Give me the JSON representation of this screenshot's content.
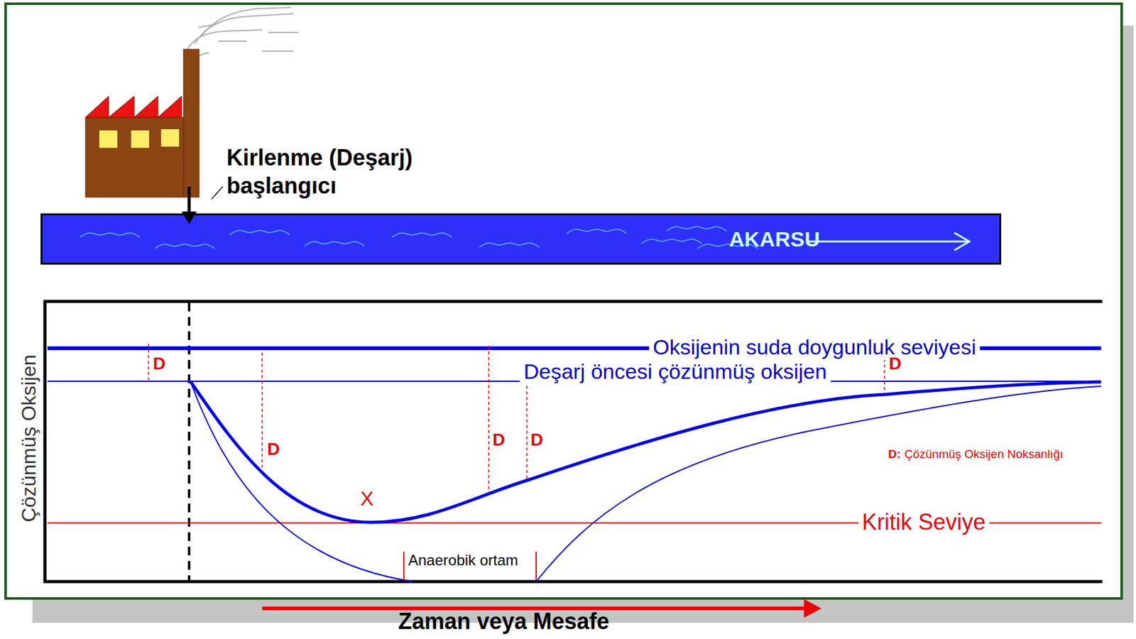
{
  "diagram": {
    "nodes": [
      {
        "text": [
          "AKARSU"
        ]
      }
    ],
    "labels": [
      "Kirlenme (Deşarj) başlangıcı",
      "Oksijenin suda doygunluk seviyesi",
      "Deşarj öncesi çözünmüş oksijen",
      "D",
      "D",
      "D",
      "D",
      "D",
      "X",
      "Kritik Seviye",
      "Anaerobik ortam",
      "D:",
      "Çözünmüş Oksijen Noksanlığı",
      "Çözünmüş Oksijen",
      "Zaman veya Mesafe"
    ]
  }
}
